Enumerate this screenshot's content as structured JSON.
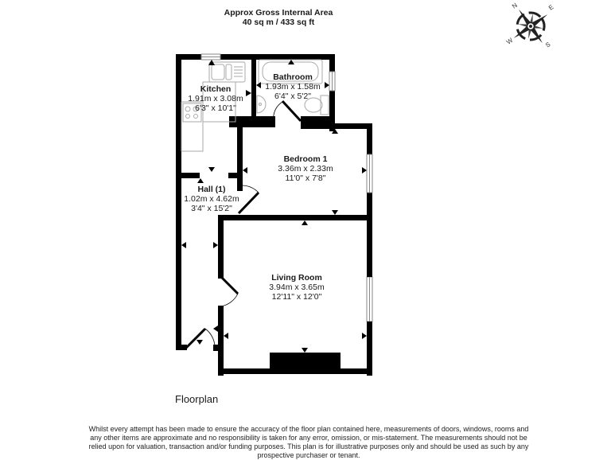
{
  "header": {
    "title": "Approx Gross Internal Area",
    "area": "40 sq m / 433 sq ft"
  },
  "compass": {
    "icon": "compass-rose-icon",
    "labels": {
      "north": "N",
      "east": "E",
      "south": "S",
      "west": "W"
    }
  },
  "rooms": [
    {
      "id": "kitchen",
      "name": "Kitchen",
      "metric": "1.91m x 3.08m",
      "imperial": "6'3\" x 10'1\""
    },
    {
      "id": "bathroom",
      "name": "Bathroom",
      "metric": "1.93m x 1.58m",
      "imperial": "6'4\" x 5'2\""
    },
    {
      "id": "bedroom-1",
      "name": "Bedroom 1",
      "metric": "3.36m x 2.33m",
      "imperial": "11'0\" x 7'8\""
    },
    {
      "id": "hall",
      "name": "Hall (1)",
      "metric": "1.02m x 4.62m",
      "imperial": "3'4\" x 15'2\""
    },
    {
      "id": "living-room",
      "name": "Living Room",
      "metric": "3.94m x 3.65m",
      "imperial": "12'11\" x 12'0\""
    }
  ],
  "floor": {
    "name": "Floorplan"
  },
  "disclaimer": {
    "lines": [
      "Whilst every attempt has been made to ensure the accuracy of the floor plan contained here, measurements of doors, windows, rooms and",
      "any other items are approximate and no responsibility is taken for any error, omission, or mis-statement. The measurements should not be",
      "relied upon for valuation, transaction and/or funding purposes. This plan is for illustrative purposes only and should be used as such by any",
      "prospective purchaser or tenant."
    ]
  },
  "colors": {
    "wall": "#000000",
    "fixture": "#b0b0b0",
    "text": "#1a1a1a",
    "background": "#ffffff"
  }
}
